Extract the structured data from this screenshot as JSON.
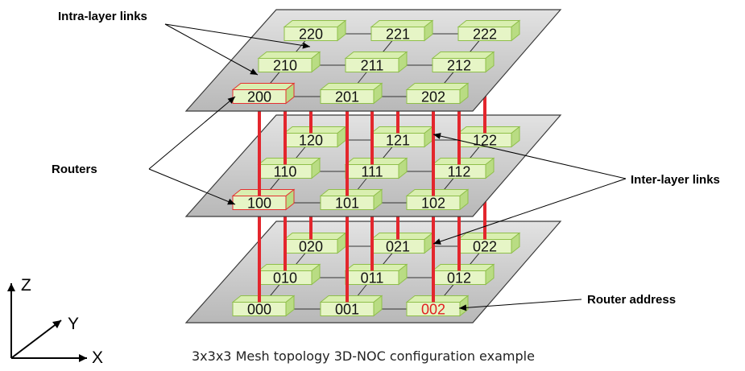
{
  "annotations": {
    "intra_layer_links": "Intra-layer links",
    "routers": "Routers",
    "inter_layer_links": "Inter-layer links",
    "router_address": "Router address"
  },
  "caption": "3x3x3 Mesh topology 3D-NOC configuration example",
  "axes": {
    "z": "Z",
    "y": "Y",
    "x": "X"
  },
  "layers": [
    {
      "id": "2",
      "routers": [
        "200",
        "201",
        "202",
        "210",
        "211",
        "212",
        "220",
        "221",
        "222"
      ]
    },
    {
      "id": "1",
      "routers": [
        "100",
        "101",
        "102",
        "110",
        "111",
        "112",
        "120",
        "121",
        "122"
      ]
    },
    {
      "id": "0",
      "routers": [
        "000",
        "001",
        "002",
        "010",
        "011",
        "012",
        "020",
        "021",
        "022"
      ]
    }
  ],
  "colors": {
    "router_fill": "#e6f5c6",
    "router_stroke": "#8fbf4a",
    "highlight_stroke": "#e53030",
    "highlight_text": "#e02020",
    "inter_layer_link": "#e3262d",
    "plane_fill": "#c8c8c8",
    "plane_stroke": "#3a3a3a"
  },
  "highlighted_routers": [
    "200",
    "100"
  ],
  "highlighted_label": "002"
}
